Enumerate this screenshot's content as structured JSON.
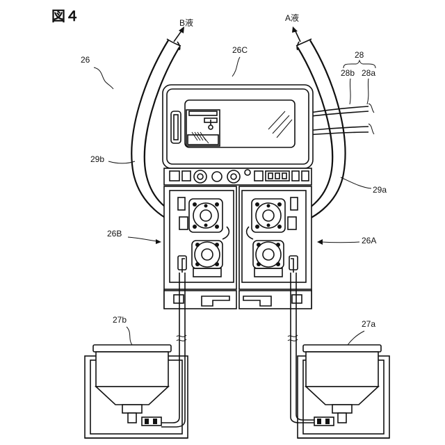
{
  "figure": {
    "title": "図４",
    "outflow_b": "B液",
    "outflow_a": "A液"
  },
  "labels": {
    "apparatus": "26",
    "control_unit": "26C",
    "cable_group": "28",
    "cable_b": "28b",
    "cable_a": "28a",
    "hose_b": "29b",
    "hose_a": "29a",
    "pump_b": "26B",
    "pump_a": "26A",
    "tank_b": "27b",
    "tank_a": "27a"
  }
}
